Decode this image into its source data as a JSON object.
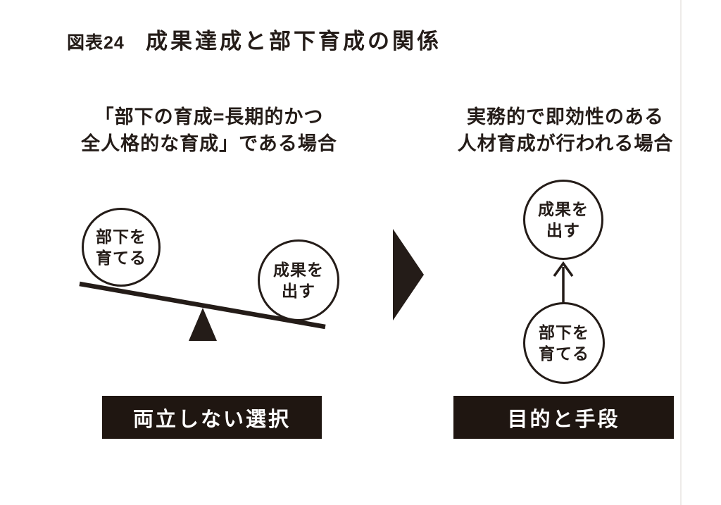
{
  "figure": {
    "label": "図表24",
    "title": "成果達成と部下育成の関係"
  },
  "left_case": {
    "heading": [
      "「部下の育成=長期的かつ",
      "全人格的な育成」である場合"
    ],
    "ball_left": [
      "部下を",
      "育てる"
    ],
    "ball_right": [
      "成果を",
      "出す"
    ],
    "caption": "両立しない選択"
  },
  "right_case": {
    "heading": [
      "実務的で即効性のある",
      "人材育成が行われる場合"
    ],
    "ball_top": [
      "成果を",
      "出す"
    ],
    "ball_bottom": [
      "部下を",
      "育てる"
    ],
    "caption": "目的と手段"
  },
  "colors": {
    "ink": "#241c18",
    "caption_bg": "#1f1611",
    "caption_text": "#ffffff",
    "page_edge": "#eeebe9"
  }
}
